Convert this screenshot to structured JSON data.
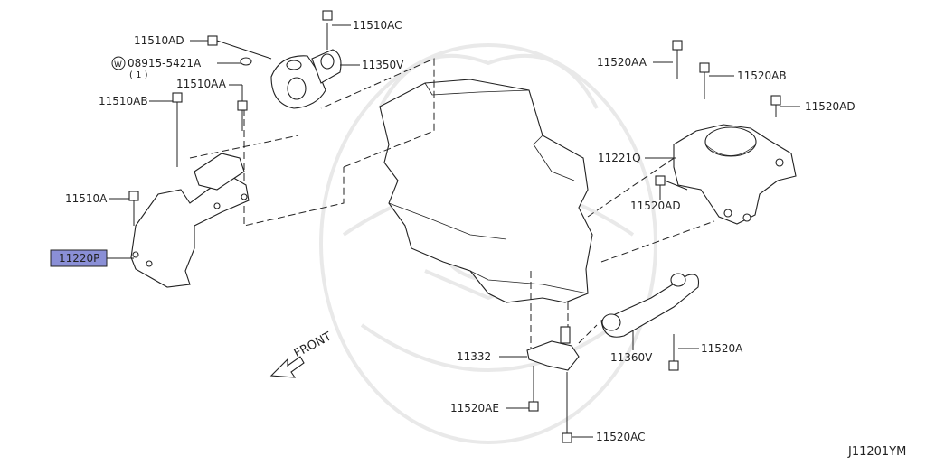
{
  "labels": {
    "p11510AC": "11510AC",
    "p11510AD": "11510AD",
    "p08915": "08915-5421A",
    "p08915_qty": "( 1 )",
    "p08915_prefix": "W",
    "p11350V": "11350V",
    "p11510AA_left": "11510AA",
    "p11510AB_left": "11510AB",
    "p11510A": "11510A",
    "p11220P": "11220P",
    "p11520AA": "11520AA",
    "p11520AB": "11520AB",
    "p11520AD_top": "11520AD",
    "p11221Q": "11221Q",
    "p11520AD_low": "11520AD",
    "p11332": "11332",
    "p11360V": "11360V",
    "p11520A": "11520A",
    "p11520AE": "11520AE",
    "p11520AC": "11520AC",
    "front": "FRONT",
    "diagram_code": "J11201YM"
  },
  "highlight_color": "#8a8fd6"
}
